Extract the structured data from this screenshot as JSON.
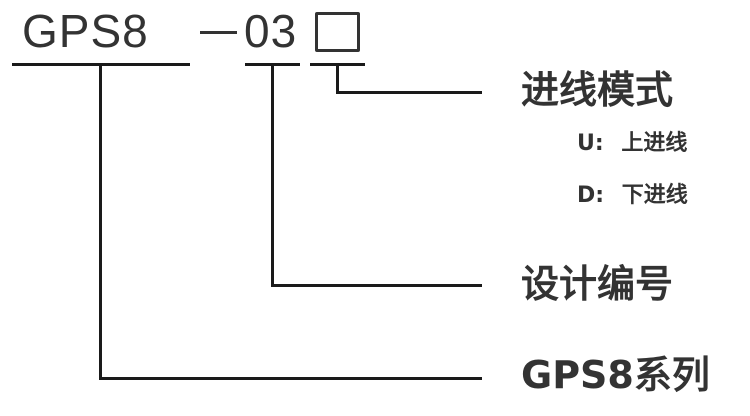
{
  "model_code": {
    "series": "GPS8",
    "separator": "—",
    "design_no": "03",
    "mode_placeholder": "□"
  },
  "annotations": {
    "mode": {
      "title": "进线模式",
      "options": [
        {
          "code": "U:",
          "label": "上进线"
        },
        {
          "code": "D:",
          "label": "下进线"
        }
      ]
    },
    "design": {
      "title": "设计编号"
    },
    "series": {
      "title": "GPS8系列"
    }
  },
  "colors": {
    "text": "#333333",
    "lines": "#1a1a1a",
    "background": "#ffffff"
  }
}
